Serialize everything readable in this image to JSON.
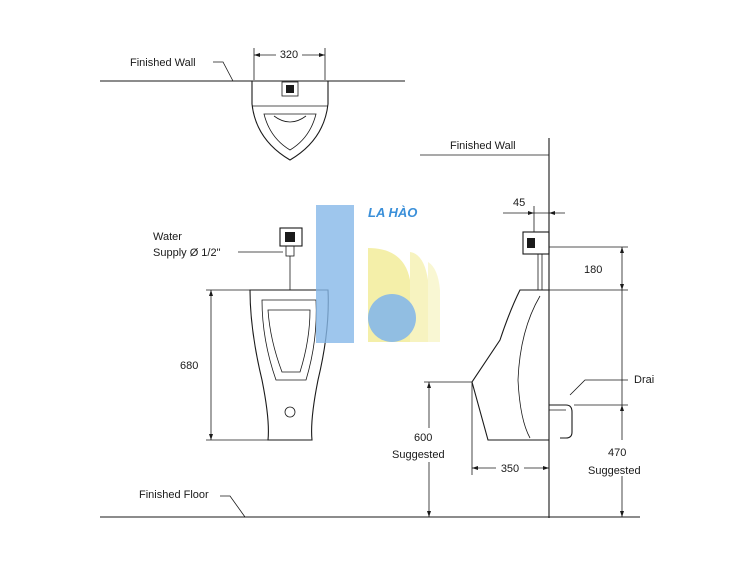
{
  "labels": {
    "top_finished_wall": "Finished Wall",
    "side_finished_wall": "Finished Wall",
    "water_supply_line1": "Water",
    "water_supply_line2": "Supply Ø 1/2\"",
    "finished_floor": "Finished Floor",
    "drain": "Drai",
    "suggested_600_line2": "Suggested",
    "suggested_470_line2": "Suggested"
  },
  "dimensions": {
    "top_width": "320",
    "front_height": "680",
    "side_offset": "45",
    "side_top_height": "180",
    "suggested_600": "600",
    "side_depth": "350",
    "suggested_470": "470"
  },
  "watermark": {
    "text": "LA HÀO",
    "colors": {
      "blue": "#86b8e8",
      "yellow": "#f2ec9a",
      "text_blue": "#3a8fd9"
    }
  }
}
